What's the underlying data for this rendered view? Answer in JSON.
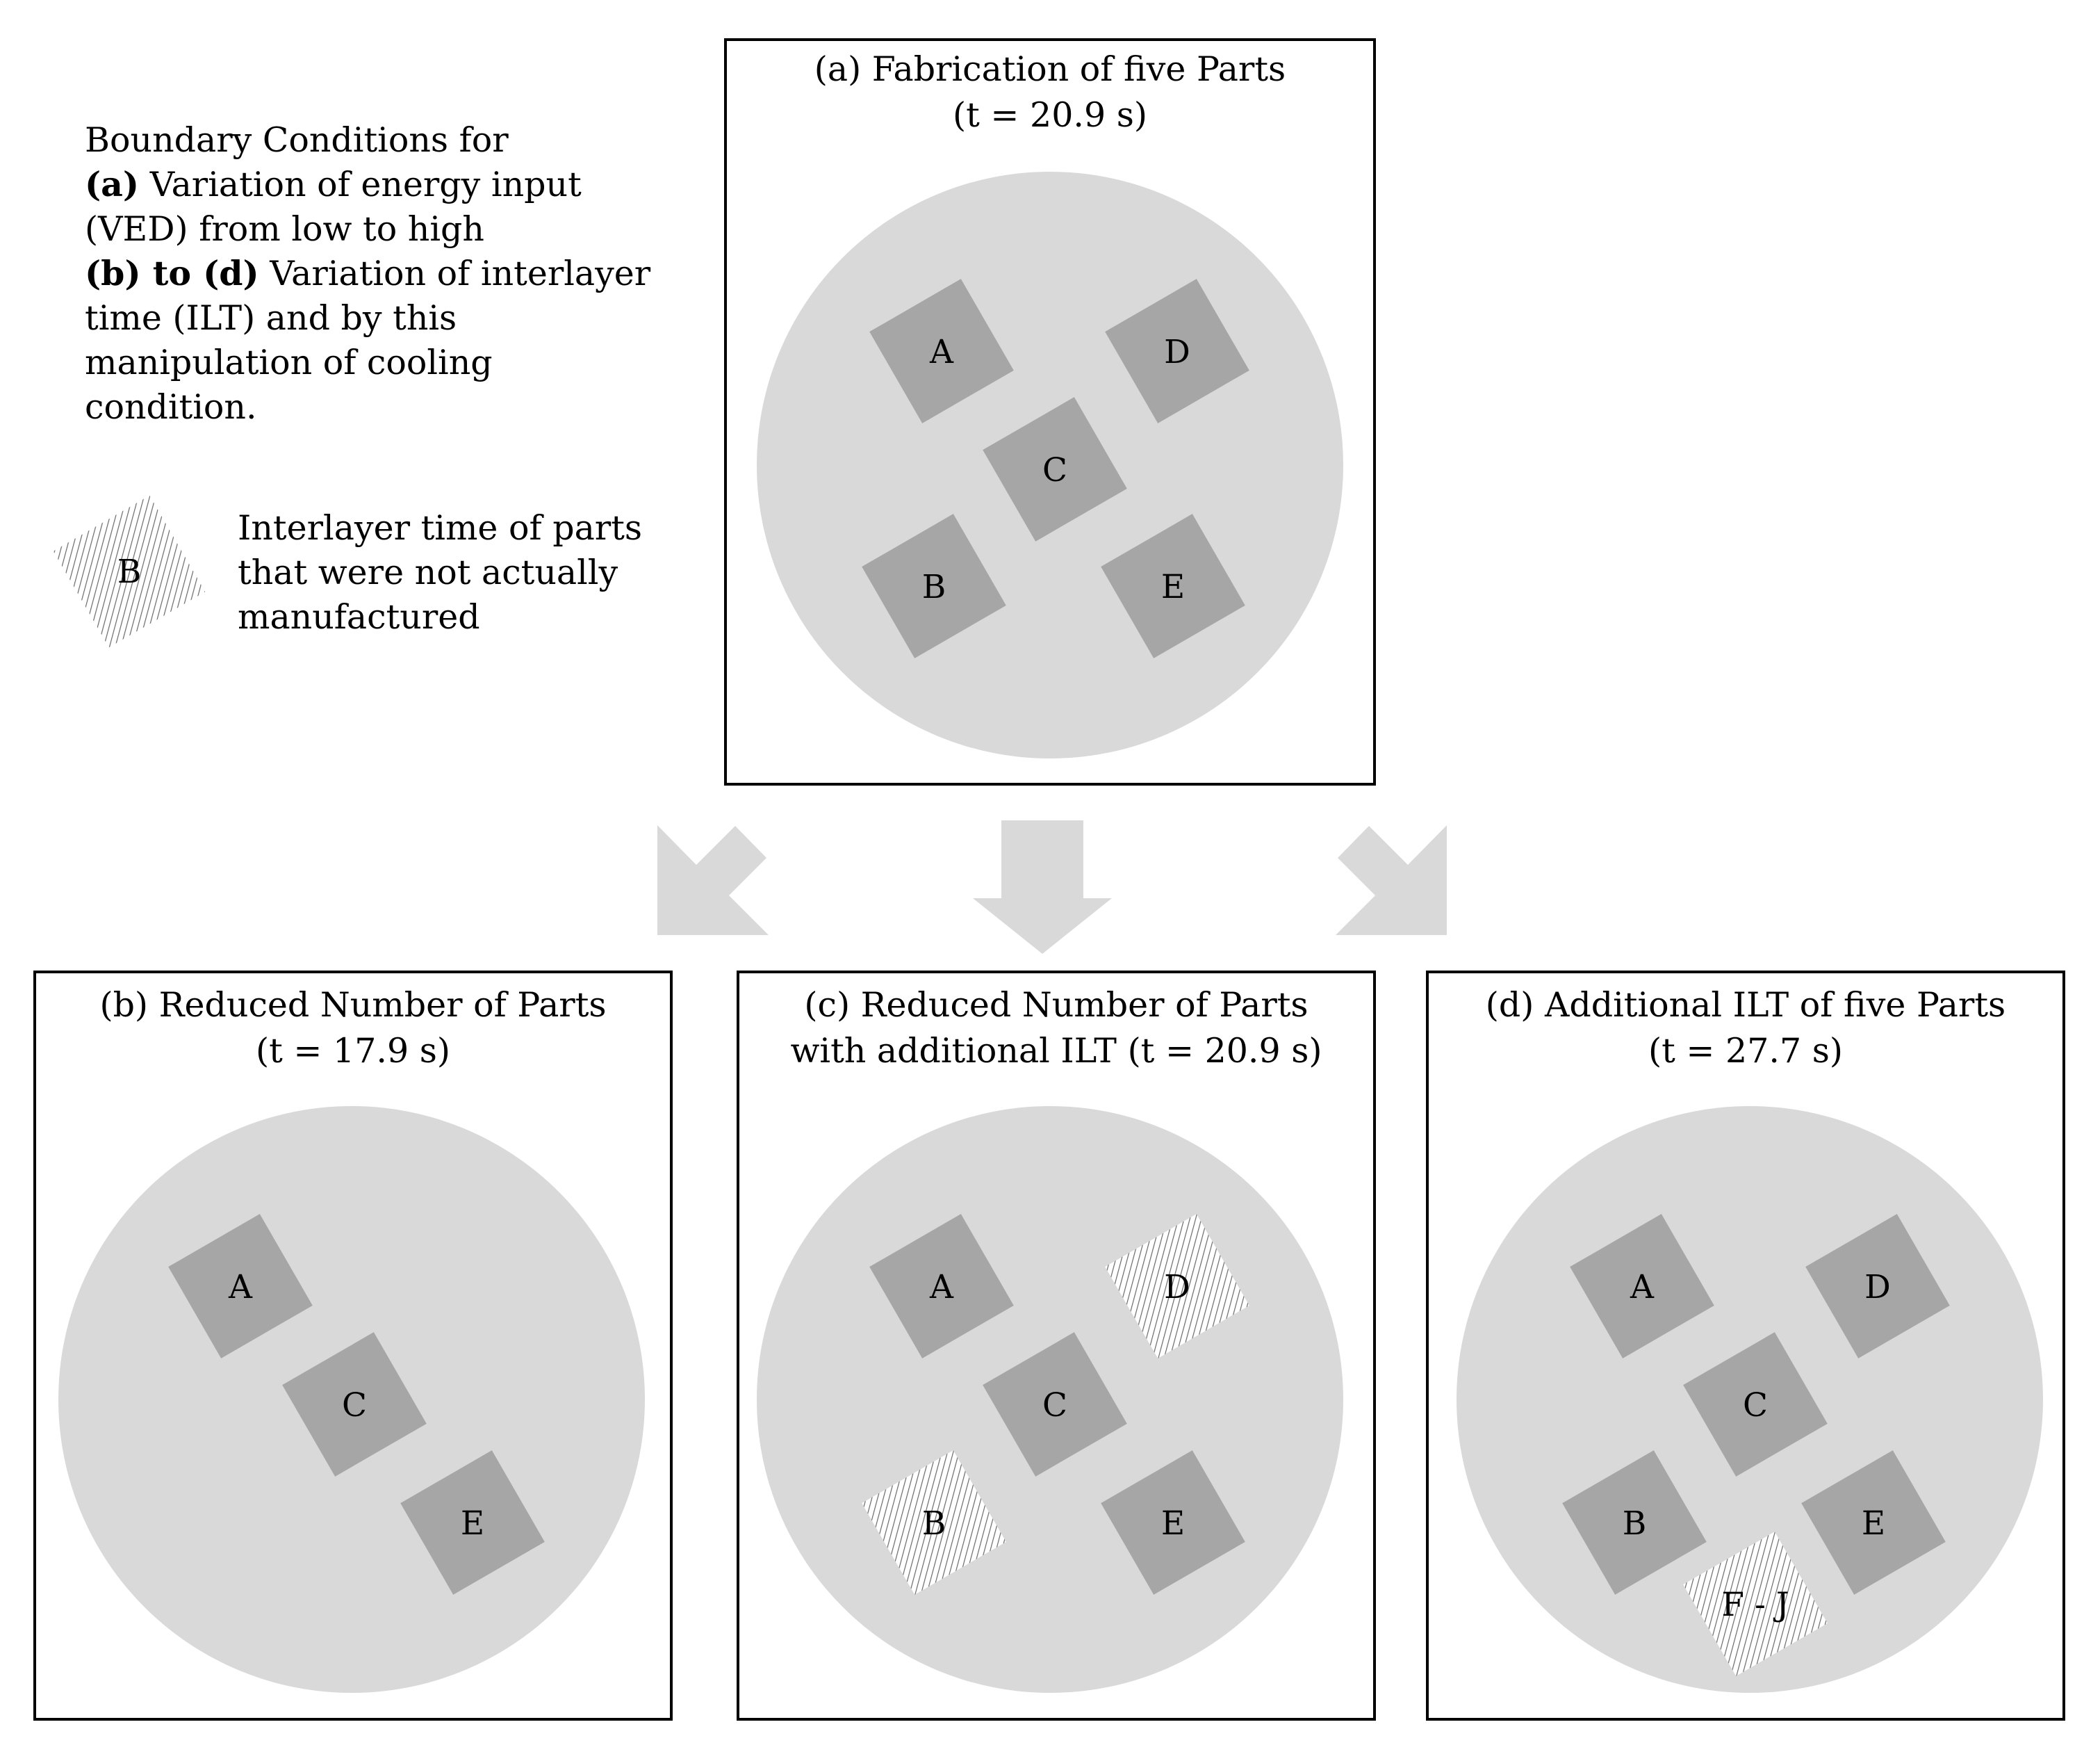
{
  "info": {
    "line1": "Boundary Conditions for",
    "line2_bold": "(a)",
    "line2": " Variation of energy input",
    "line3": "(VED) from low to high",
    "line4_bold": "(b) to (d)",
    "line4": " Variation of interlayer",
    "line5": "time (ILT) and by this",
    "line6": "manipulation of cooling",
    "line7": "condition."
  },
  "legend": {
    "sample_label": "B",
    "line1": "Interlayer time of parts",
    "line2": "that were not actually",
    "line3": "manufactured"
  },
  "panels": {
    "a": {
      "title1": "(a) Fabrication of five Parts",
      "title2": "(t = 20.9 s)",
      "parts": [
        {
          "label": "A",
          "hatched": false
        },
        {
          "label": "D",
          "hatched": false
        },
        {
          "label": "C",
          "hatched": false
        },
        {
          "label": "B",
          "hatched": false
        },
        {
          "label": "E",
          "hatched": false
        }
      ]
    },
    "b": {
      "title1": "(b) Reduced Number of Parts",
      "title2": "(t = 17.9 s)",
      "parts": [
        {
          "label": "A",
          "hatched": false
        },
        {
          "label": "C",
          "hatched": false
        },
        {
          "label": "E",
          "hatched": false
        }
      ]
    },
    "c": {
      "title1": "(c) Reduced Number of Parts",
      "title2": "with additional ILT (t = 20.9 s)",
      "parts": [
        {
          "label": "A",
          "hatched": false
        },
        {
          "label": "D",
          "hatched": true
        },
        {
          "label": "C",
          "hatched": false
        },
        {
          "label": "B",
          "hatched": true
        },
        {
          "label": "E",
          "hatched": false
        }
      ]
    },
    "d": {
      "title1": "(d) Additional ILT of five Parts",
      "title2": "(t = 27.7 s)",
      "parts": [
        {
          "label": "A",
          "hatched": false
        },
        {
          "label": "D",
          "hatched": false
        },
        {
          "label": "C",
          "hatched": false
        },
        {
          "label": "B",
          "hatched": false
        },
        {
          "label": "E",
          "hatched": false
        },
        {
          "label": "F - J",
          "hatched": true
        }
      ]
    }
  },
  "colors": {
    "plate": "#d9d9d9",
    "part": "#a6a6a6",
    "arrow": "#d9d9d9",
    "border": "#000000"
  }
}
